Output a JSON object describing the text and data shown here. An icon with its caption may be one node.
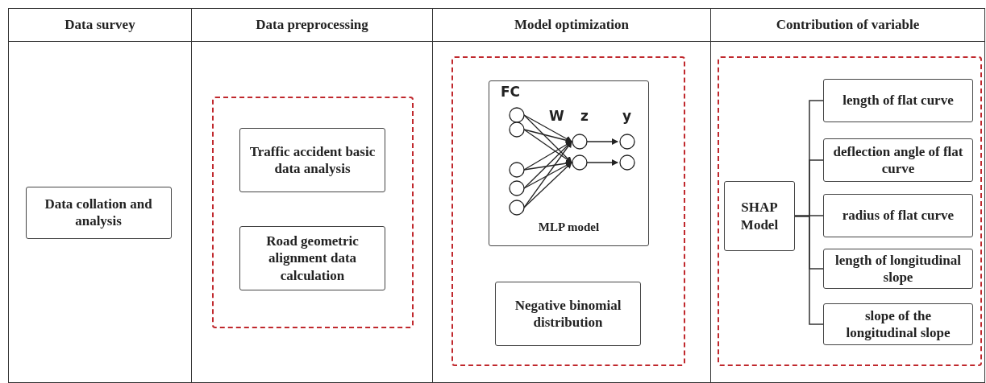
{
  "diagram": {
    "nodes": [
      {
        "text": [
          "Data survey"
        ]
      },
      {
        "text": [
          "Data preprocessing"
        ]
      },
      {
        "text": [
          "Model optimization"
        ]
      },
      {
        "text": [
          "Contribution of variable"
        ]
      },
      {
        "text": [
          "Data collation and analysis"
        ],
        "in": 0
      },
      {
        "text": [],
        "shape": "box",
        "in": 1
      },
      {
        "text": [
          "Traffic accident basic data analysis"
        ],
        "in": 5
      },
      {
        "text": [
          "Road geometric alignment data calculation"
        ],
        "in": 5
      },
      {
        "text": [],
        "shape": "box",
        "in": 2
      },
      {
        "text": [
          "MLP model"
        ],
        "in": 8
      },
      {
        "text": [
          "Negative binomial distribution"
        ],
        "in": 8
      },
      {
        "text": [],
        "shape": "box",
        "in": 3
      },
      {
        "text": [
          "SHAP Model"
        ],
        "in": 11
      },
      {
        "text": [
          "length of flat curve"
        ],
        "in": 11
      },
      {
        "text": [
          "deflection angle of flat curve"
        ],
        "in": 11
      },
      {
        "text": [
          "radius of flat curve"
        ],
        "in": 11
      },
      {
        "text": [
          "length of longitudinal slope"
        ],
        "in": 11
      },
      {
        "text": [
          "slope of the longitudinal slope"
        ],
        "in": 11
      }
    ],
    "edges": [
      {
        "from": 12,
        "to": 13,
        "arrow": "none"
      },
      {
        "from": 12,
        "to": 14,
        "arrow": "none"
      },
      {
        "from": 12,
        "to": 15,
        "arrow": "none"
      },
      {
        "from": 12,
        "to": 16,
        "arrow": "none"
      },
      {
        "from": 12,
        "to": 17,
        "arrow": "none"
      }
    ],
    "labels": [
      "FC",
      "W",
      "z",
      "y"
    ]
  }
}
